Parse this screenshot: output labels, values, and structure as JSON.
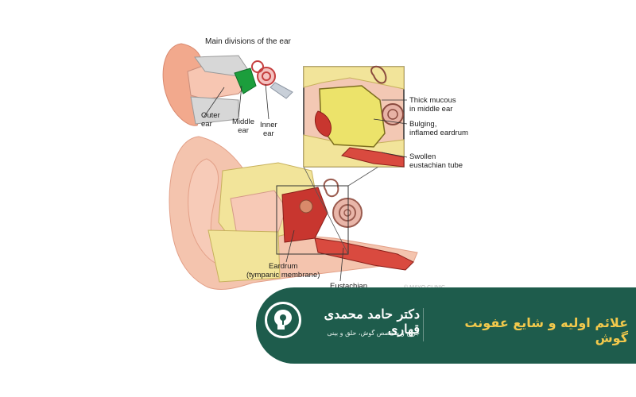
{
  "diagram": {
    "title": "Main divisions of the ear",
    "small_labels": {
      "outer": "Outer\near",
      "middle": "Middle\near",
      "inner": "Inner\near"
    },
    "inset_labels": {
      "mucous": "Thick mucous\nin middle ear",
      "eardrum_bulge": "Bulging,\ninflamed eardrum",
      "tube_swollen": "Swollen\neustachian tube"
    },
    "main_labels": {
      "eardrum": "Eardrum\n(tympanic membrane)",
      "eustachian": "Eustachian\ntube"
    },
    "watermark": "© MAYO CLINIC"
  },
  "banner": {
    "doctor_name": "دکتر حامد محمدی قهاری",
    "doctor_title": "جراح و متخصص گوش، حلق و بینی",
    "headline": "علائم اولیه و شایع عفونت گوش"
  },
  "colors": {
    "banner_green": "#1e5c4c",
    "headline_yellow": "#f2c94c",
    "skin": "#f3b9a2",
    "mucous": "#ece36a",
    "inflamed": "#c8362f"
  }
}
